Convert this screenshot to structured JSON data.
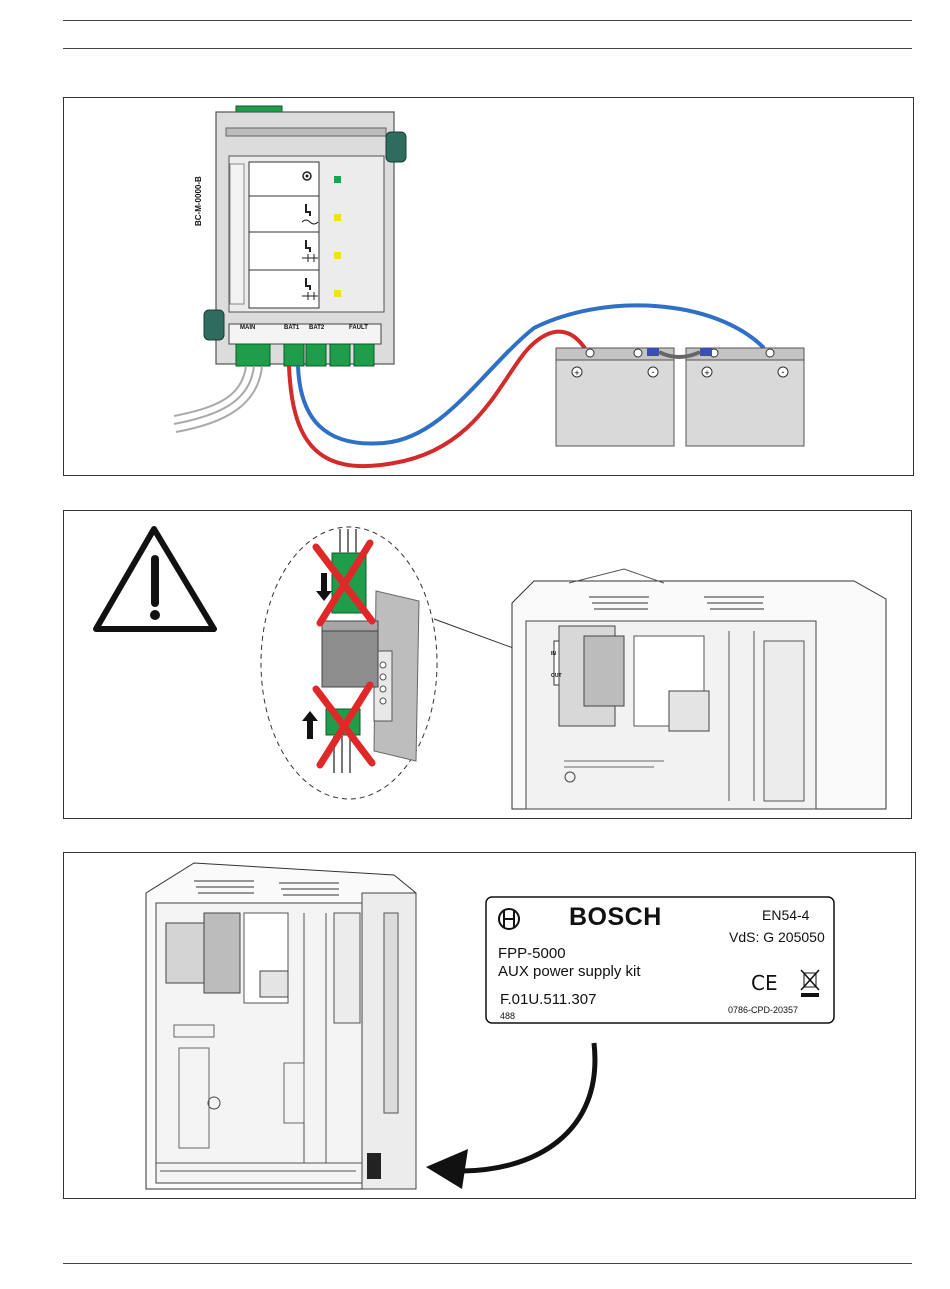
{
  "module": {
    "vertical_label": "BC-M-0000-B",
    "terminal_labels": [
      "MAIN",
      "BAT1",
      "BAT2",
      "FAULT"
    ]
  },
  "aux_module": {
    "in_label": "IN",
    "out_label": "OUT"
  },
  "label_plate": {
    "brand": "BOSCH",
    "standard": "EN54-4",
    "vds": "VdS: G 205050",
    "product": "FPP-5000",
    "product_desc": "AUX power supply kit",
    "part_number": "F.01U.511.307",
    "code": "488",
    "ce_mark": "CE",
    "cpd": "0786-CPD-20357"
  },
  "colors": {
    "wire_red": "#d32a2a",
    "wire_blue": "#2e6fc7",
    "terminal_green": "#1f9d4a",
    "led_green": "#22a24a",
    "led_yellow": "#f0e020",
    "cross_red": "#e02828"
  }
}
